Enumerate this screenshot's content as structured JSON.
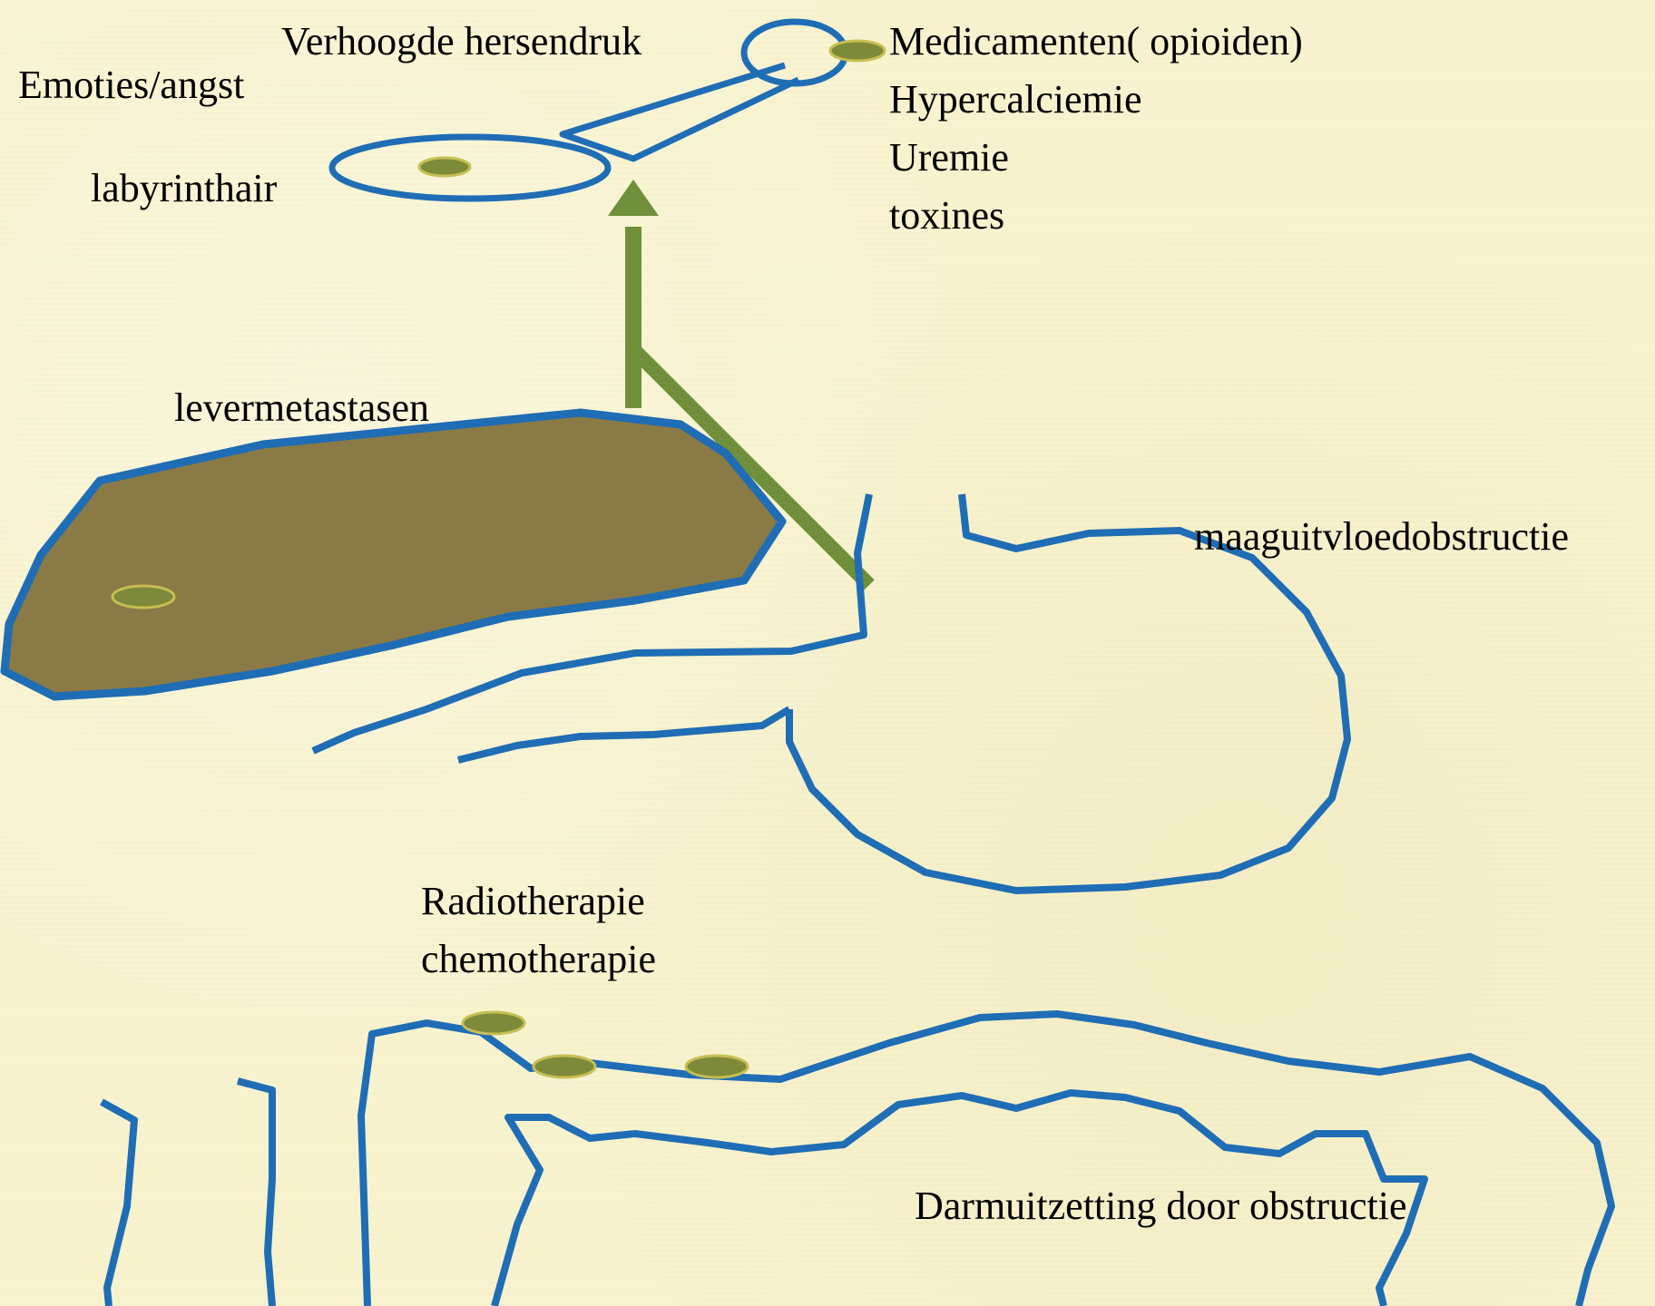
{
  "labels": {
    "hersendruk": "Verhoogde hersendruk",
    "emoties": "Emoties/angst",
    "labyrinthair": "labyrinthair",
    "medicamenten": "Medicamenten( opioiden)",
    "hypercalciemie": "Hypercalciemie",
    "uremie": "Uremie",
    "toxines": "toxines",
    "levermetastasen": "levermetastasen",
    "maaguitvloed": "maaguitvloedobstructie",
    "radiotherapie": "Radiotherapie",
    "chemotherapie": "chemotherapie",
    "darmuitzetting": "Darmuitzetting door obstructie"
  },
  "colors": {
    "background": "#f8f3cf",
    "outline": "#1f6db5",
    "liver_fill": "#8a7a45",
    "arrow": "#6f8f3a",
    "receptor_spot": "#7c8a3a"
  }
}
